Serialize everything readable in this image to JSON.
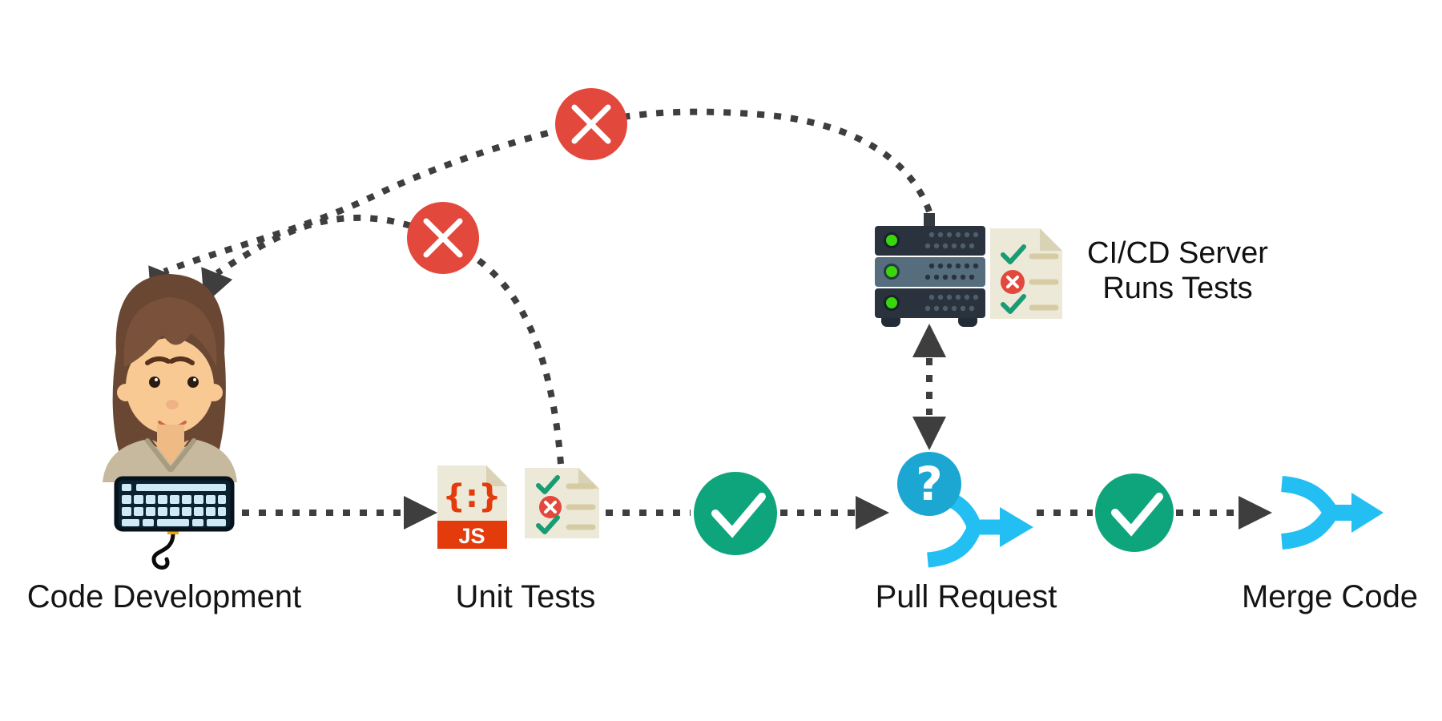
{
  "labels": {
    "code_development": "Code Development",
    "unit_tests": "Unit Tests",
    "pull_request": "Pull Request",
    "merge_code": "Merge Code",
    "server_caption_line1": "CI/CD Server",
    "server_caption_line2": "Runs Tests"
  },
  "icons": {
    "js_file_badge": "JS",
    "js_file_symbol": "{:}",
    "question_mark": "?"
  },
  "colors": {
    "fail_red": "#E2483C",
    "pass_green": "#0FA57C",
    "cyan_primary": "#23BFF2",
    "cyan_dark": "#1BA7D2",
    "connector_gray": "#3E3E3E",
    "doc_paper": "#EDE9D8",
    "doc_fold": "#D9D2B4",
    "js_red": "#E33B0B",
    "server_dark": "#2A333D",
    "server_light": "#556D7C",
    "led_green": "#38D60A",
    "text_black": "#141414"
  }
}
